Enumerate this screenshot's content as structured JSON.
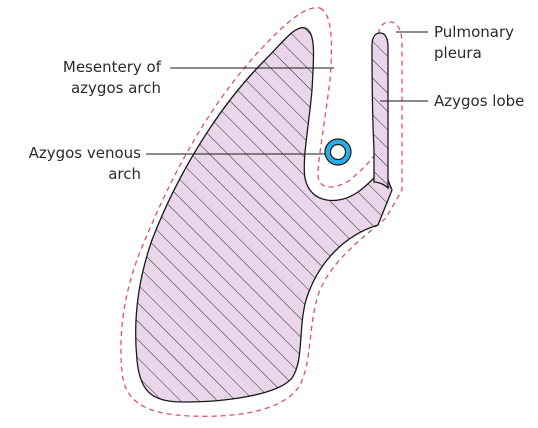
{
  "labels": {
    "mesentery_line1": "Mesentery of",
    "mesentery_line2": "azygos arch",
    "azygos_venous_line1": "Azygos venous",
    "azygos_venous_line2": "arch",
    "pulmonary_pleura_line1": "Pulmonary",
    "pulmonary_pleura_line2": "pleura",
    "azygos_lobe": "Azygos lobe"
  },
  "colors": {
    "lung_fill": "#ead6ea",
    "lung_outline": "#1a1a1a",
    "hatch": "#2a2a2a",
    "pleura_dashed": "#e0506e",
    "vein_ring": "#29aee3",
    "leader_line": "#1a1a1a"
  }
}
